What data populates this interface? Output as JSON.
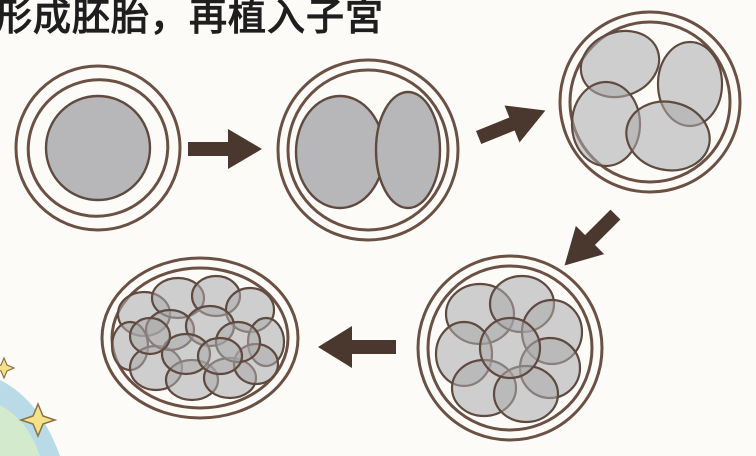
{
  "title": "形成胚胎，再植入子宮",
  "stages": [
    {
      "name": "zygote",
      "cells": 1
    },
    {
      "name": "two-cell",
      "cells": 2
    },
    {
      "name": "four-cell",
      "cells": 4
    },
    {
      "name": "eight-cell",
      "cells": 8
    },
    {
      "name": "morula",
      "cells": 16
    }
  ],
  "colors": {
    "outline": "#6a5144",
    "cell_fill": "#a9a9ac",
    "arrow": "#4a382f",
    "star_fill": "#f3e28a",
    "swoosh_blue": "#a8d3e4"
  }
}
